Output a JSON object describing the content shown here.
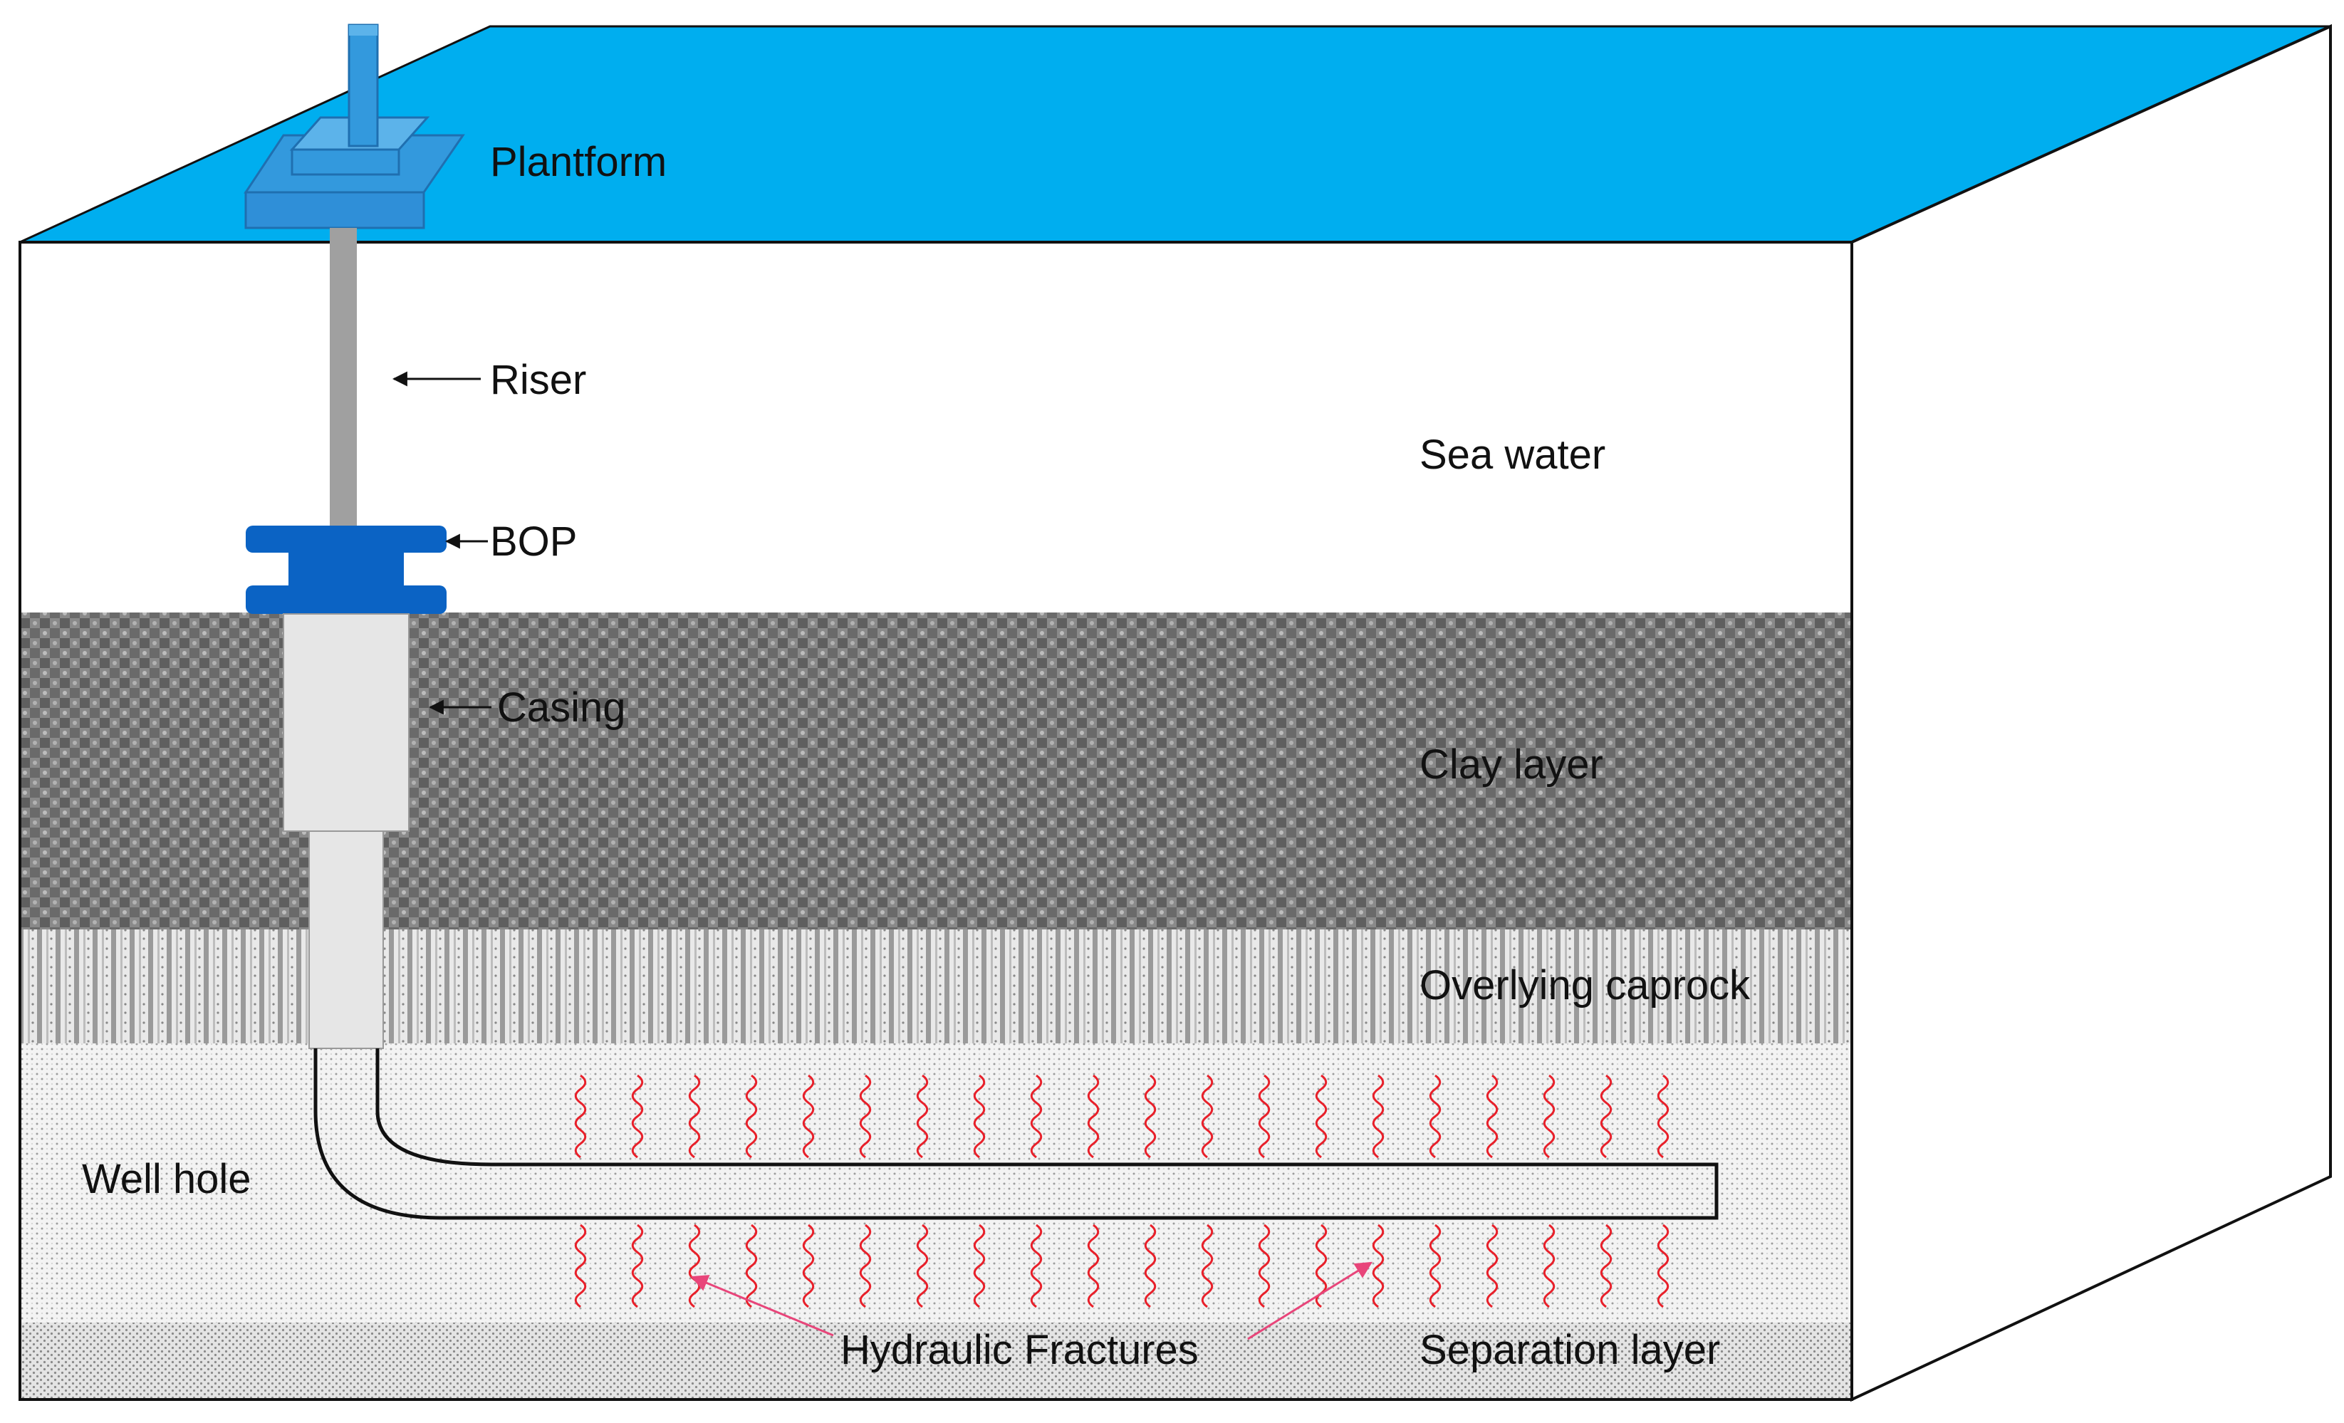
{
  "labels": {
    "platform": "Plantform",
    "riser": "Riser",
    "bop": "BOP",
    "casing": "Casing",
    "sea_water": "Sea water",
    "clay_layer": "Clay layer",
    "overlying_caprock": "Overlying caprock",
    "well_hole": "Well hole",
    "hydraulic_fractures": "Hydraulic Fractures",
    "separation_layer": "Separation layer"
  },
  "colors": {
    "sea_surface": "#00AEEF",
    "platform": "#3399DD",
    "platform_edge": "#1F6FB0",
    "riser": "#A0A0A0",
    "bop": "#0B63C4",
    "casing": "#E6E6E6",
    "fracture": "#E8202A",
    "fracture_pointer": "#E8457A",
    "outline": "#111111"
  }
}
